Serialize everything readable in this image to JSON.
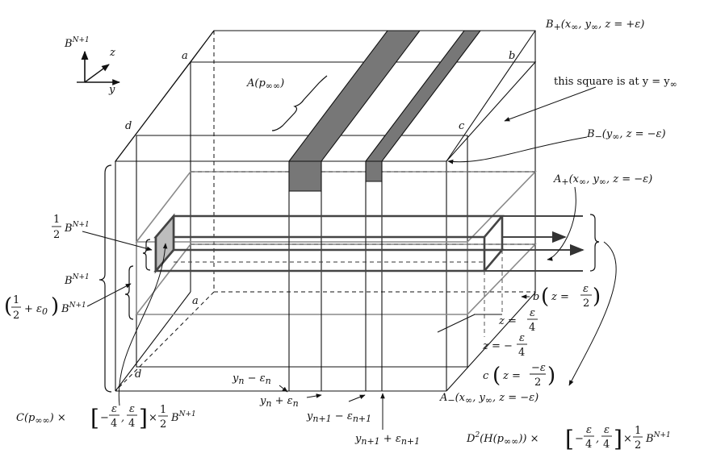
{
  "axes": {
    "up": "B",
    "up_sup": "N+1",
    "z": "z",
    "y": "y"
  },
  "corners": {
    "a_top": "a",
    "b_top": "b",
    "c_top": "c",
    "d_top": "d",
    "a_bottom": "a",
    "d_bottom": "d"
  },
  "labels": {
    "A_p": "A(p",
    "A_p_sub": "∞∞",
    "B_plus": "B",
    "B_plus_sub": "+",
    "B_plus_args": "(x",
    "B_plus_tail": ", y",
    "B_plus_end": ", z = +ε)",
    "square_note": "this square is at y = y",
    "B_minus": "B",
    "B_minus_sub": "−",
    "B_minus_args": "(y",
    "B_minus_end": ", z = −ε)",
    "A_plus": "A",
    "A_plus_sub": "+",
    "A_plus_args": "(x",
    "A_plus_tail": ", y",
    "A_plus_end": ", z = −ε)",
    "half_B_num": "1",
    "half_B_den": "2",
    "half_B": "B",
    "half_B_sup": "N+1",
    "B_left": "B",
    "B_left_sup": "N+1",
    "eps_frac_num": "1",
    "eps_frac_den": "2",
    "eps_term": "+ ε",
    "eps_sub": "0",
    "eps_B": "B",
    "eps_B_sup": "N+1",
    "b_z": "b",
    "b_z_eq": "z =",
    "b_z_num": "ε",
    "b_z_den": "2",
    "z_eps4_eq": "z =",
    "z_eps4_num": "ε",
    "z_eps4_den": "4",
    "z_meps4_eq": "z = −",
    "z_meps4_num": "ε",
    "z_meps4_den": "4",
    "c_z": "c",
    "c_z_eq": "z =",
    "c_z_num": "−ε",
    "c_z_den": "2",
    "A_minus": "A",
    "A_minus_sub": "−",
    "A_minus_args": "(x",
    "A_minus_tail": ", y",
    "A_minus_end": ", z = −ε)",
    "yn_minus": "y",
    "yn_minus_sub": "n",
    "yn_minus_tail": " − ε",
    "yn_plus": "y",
    "yn_plus_sub": "n",
    "yn_plus_tail": " + ε",
    "yn1_minus": "y",
    "yn1_minus_sub": "n+1",
    "yn1_minus_tail": " − ε",
    "yn1_plus": "y",
    "yn1_plus_sub": "n+1",
    "yn1_plus_tail": " + ε",
    "C_formula": "C(p",
    "C_sub": "∞∞",
    "C_times": ") ×",
    "C_int_l": "−",
    "C_num": "ε",
    "C_den": "4",
    "C_comma": ",",
    "C_tail": "×",
    "C_half_num": "1",
    "C_half_den": "2",
    "C_B": "B",
    "C_B_sup": "N+1",
    "D_formula": "D",
    "D_sup": "2",
    "D_mid": "(H(p",
    "D_sub": "∞∞",
    "D_end": ")) ×",
    "D_int_l": "−",
    "D_num": "ε",
    "D_den": "4",
    "D_comma": ",",
    "D_tail": "×",
    "D_half_num": "1",
    "D_half_den": "2",
    "D_B": "B",
    "D_B_sup": "N+1",
    "inf": "∞"
  },
  "colors": {
    "stroke": "#111111",
    "gray": "#8a8a8a",
    "fill_dark": "#777777",
    "fill_light": "#bdbdbd"
  }
}
